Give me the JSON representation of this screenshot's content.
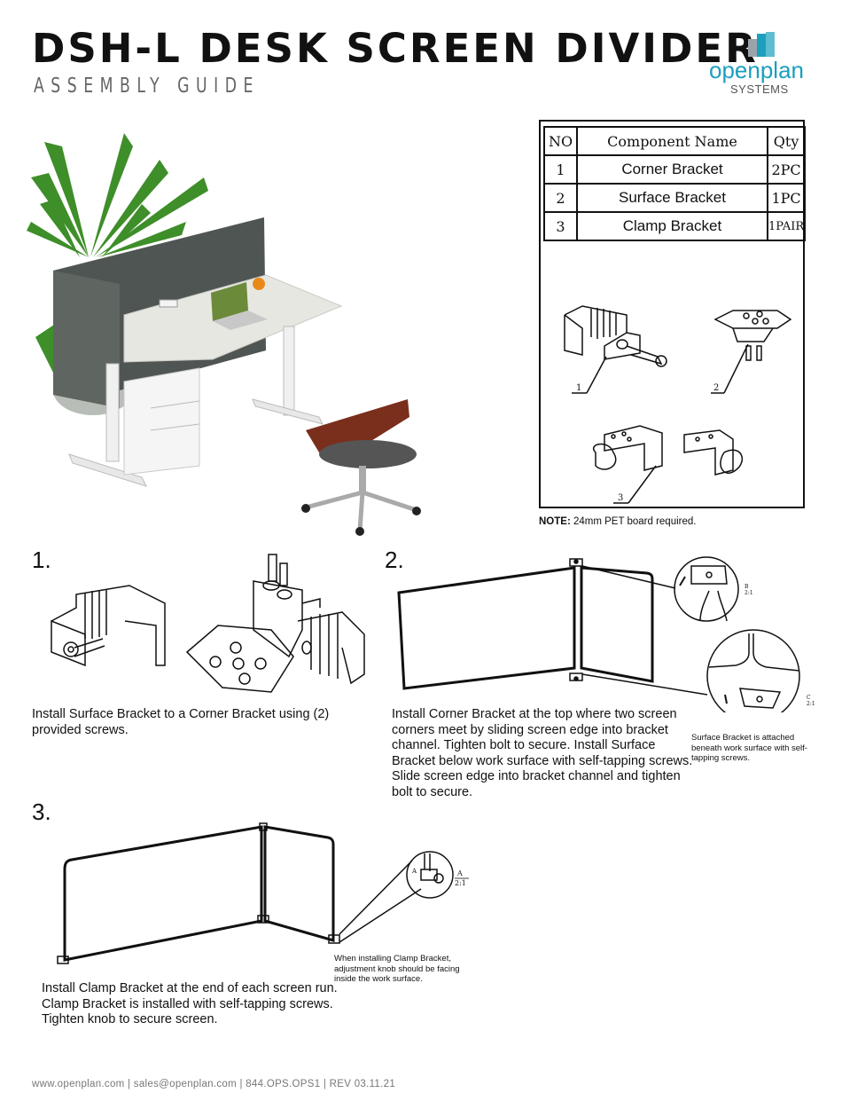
{
  "header": {
    "title": "DSH-L DESK SCREEN DIVIDER",
    "subtitle": "ASSEMBLY GUIDE",
    "logo_word": "openplan",
    "logo_sub": "SYSTEMS"
  },
  "parts_table": {
    "headers": [
      "NO",
      "Component Name",
      "Qty"
    ],
    "rows": [
      {
        "no": "1",
        "name": "Corner Bracket",
        "qty": "2PC"
      },
      {
        "no": "2",
        "name": "Surface Bracket",
        "qty": "1PC"
      },
      {
        "no": "3",
        "name": "Clamp Bracket",
        "qty": "1PAIR"
      }
    ],
    "callouts": [
      "1",
      "2",
      "3"
    ]
  },
  "note": {
    "label": "NOTE:",
    "text": " 24mm PET board required."
  },
  "steps": [
    {
      "number": "1.",
      "text": "Install Surface Bracket to a Corner Bracket using (2) provided screws."
    },
    {
      "number": "2.",
      "text": "Install Corner Bracket at the top where two screen corners meet by sliding screen edge into bracket channel. Tighten bolt to secure. Install Surface Bracket below work surface with self-tapping screws. Slide screen edge into bracket channel and tighten bolt to secure.",
      "note": "Surface Bracket is attached beneath work surface with self-tapping screws.",
      "detail_b": "B",
      "detail_c": "C"
    },
    {
      "number": "3.",
      "text": "Install Clamp Bracket at the end of each screen run. Clamp Bracket is installed with self-tapping screws. Tighten knob to secure screen.",
      "note": "When installing Clamp Bracket, adjustment knob should be facing inside the work surface.",
      "detail_label": "A",
      "detail_scale": "2:1"
    }
  ],
  "footer": "www.openplan.com | sales@openplan.com | 844.OPS.OPS1 | REV 03.11.21",
  "colors": {
    "brand": "#1b9fbd",
    "text": "#111111",
    "muted": "#777777",
    "screen": "#4f5552",
    "desk_top": "#e7e7e2",
    "chair_seat": "#7a2e1c"
  }
}
